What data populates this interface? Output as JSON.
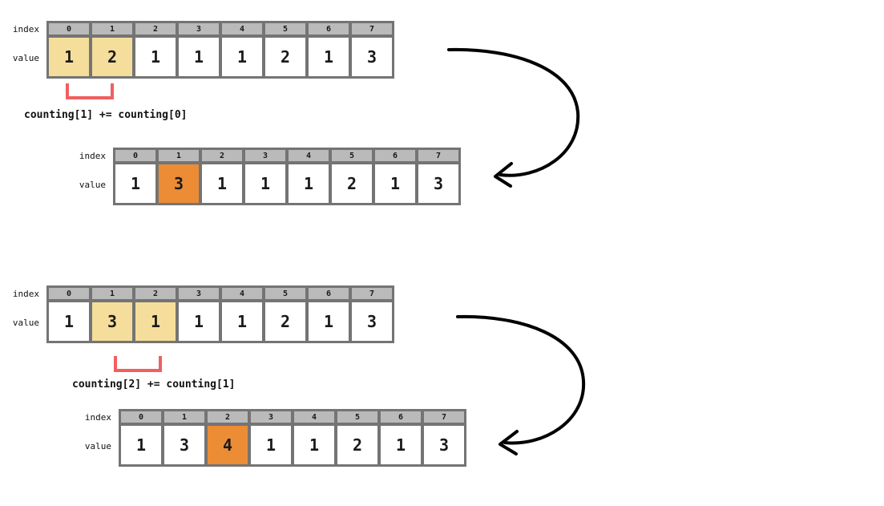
{
  "diagram": {
    "title_hint": "counting sort prefix-sum steps",
    "row_labels": {
      "index": "index",
      "value": "value"
    },
    "colors": {
      "highlight_yellow": "#F5DE9B",
      "highlight_orange": "#EC8C35",
      "header_gray": "#BABABA",
      "grid_gray": "#747474",
      "bracket_red": "#F15F5F",
      "arrow": "#000000"
    },
    "steps": [
      {
        "operation": "counting[1] += counting[0]",
        "before": {
          "indices": [
            0,
            1,
            2,
            3,
            4,
            5,
            6,
            7
          ],
          "values": [
            1,
            2,
            1,
            1,
            1,
            2,
            1,
            3
          ],
          "yellow_cells": [
            0,
            1
          ]
        },
        "after": {
          "indices": [
            0,
            1,
            2,
            3,
            4,
            5,
            6,
            7
          ],
          "values": [
            1,
            3,
            1,
            1,
            1,
            2,
            1,
            3
          ],
          "orange_cells": [
            1
          ]
        }
      },
      {
        "operation": "counting[2] += counting[1]",
        "before": {
          "indices": [
            0,
            1,
            2,
            3,
            4,
            5,
            6,
            7
          ],
          "values": [
            1,
            3,
            1,
            1,
            1,
            2,
            1,
            3
          ],
          "yellow_cells": [
            1,
            2
          ]
        },
        "after": {
          "indices": [
            0,
            1,
            2,
            3,
            4,
            5,
            6,
            7
          ],
          "values": [
            1,
            3,
            4,
            1,
            1,
            2,
            1,
            3
          ],
          "orange_cells": [
            2
          ]
        }
      }
    ]
  }
}
